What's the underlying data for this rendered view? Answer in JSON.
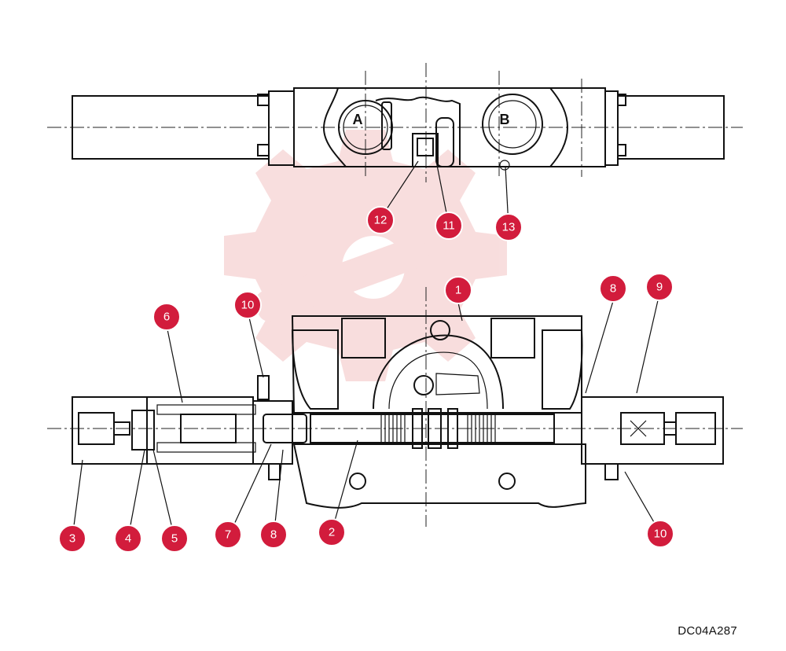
{
  "drawing_ref": "DC04A287",
  "ports": {
    "a": "A",
    "b": "B"
  },
  "watermark": {
    "color": "#f5c9c9"
  },
  "badge_color": "#d21c3c",
  "callouts": [
    {
      "id": "c12",
      "label": "12"
    },
    {
      "id": "c11",
      "label": "11"
    },
    {
      "id": "c13",
      "label": "13"
    },
    {
      "id": "c1",
      "label": "1"
    },
    {
      "id": "c8a",
      "label": "8"
    },
    {
      "id": "c9",
      "label": "9"
    },
    {
      "id": "c6",
      "label": "6"
    },
    {
      "id": "c10a",
      "label": "10"
    },
    {
      "id": "c3",
      "label": "3"
    },
    {
      "id": "c4",
      "label": "4"
    },
    {
      "id": "c5",
      "label": "5"
    },
    {
      "id": "c7",
      "label": "7"
    },
    {
      "id": "c8b",
      "label": "8"
    },
    {
      "id": "c2",
      "label": "2"
    },
    {
      "id": "c10b",
      "label": "10"
    }
  ]
}
